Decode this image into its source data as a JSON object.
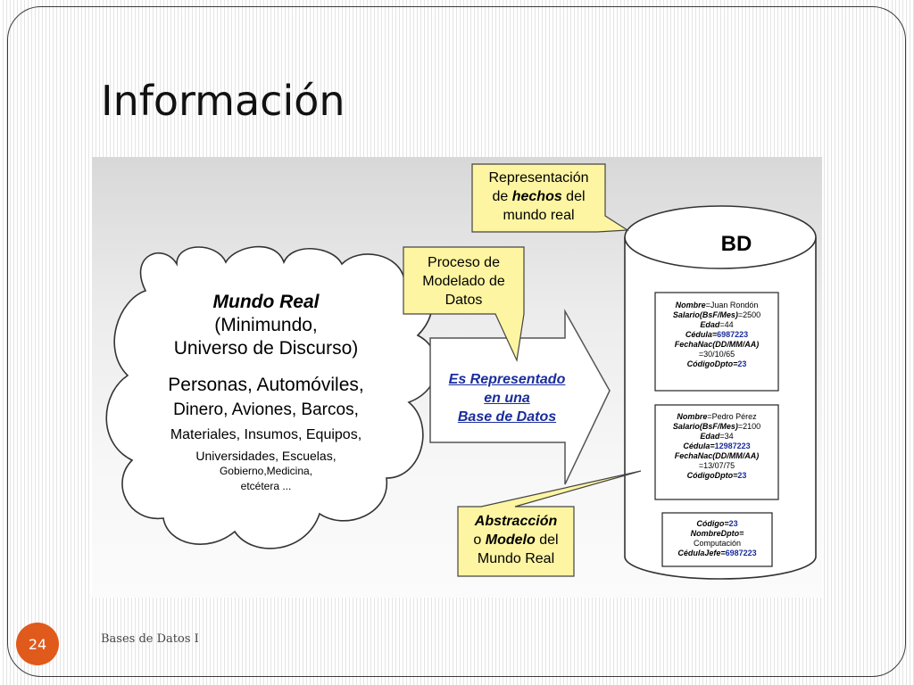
{
  "slide": {
    "title": "Información",
    "footer_text": "Bases de Datos I",
    "page_number": "24",
    "accent_color": "#e05a1c"
  },
  "diagram": {
    "cloud": {
      "title": "Mundo Real",
      "subtitle_1": "(Minimundo,",
      "subtitle_2": "Universo de Discurso)",
      "examples": [
        "Personas, Automóviles,",
        "Dinero, Aviones, Barcos,",
        "Materiales, Insumos, Equipos,",
        "Universidades, Escuelas,",
        "Gobierno,Medicina,",
        "etcétera ..."
      ]
    },
    "callout_top": {
      "line1": "Representación",
      "line2_pre": "de ",
      "line2_em": "hechos",
      "line2_post": " del",
      "line3": "mundo real"
    },
    "callout_process": {
      "line1": "Proceso de",
      "line2": "Modelado de",
      "line3": "Datos"
    },
    "callout_abstraction": {
      "line1_em": "Abstracción",
      "line2_pre": "o ",
      "line2_em": "Modelo",
      "line2_post": " del",
      "line3": "Mundo Real"
    },
    "arrow": {
      "line1": "Es Representado",
      "line2": "en una",
      "line3": "Base de Datos"
    },
    "database": {
      "title": "BD",
      "record_1": {
        "nombre_label": "Nombre",
        "nombre_value": "=Juan Rondón",
        "salario_label": "Salario(BsF/Mes)",
        "salario_value": "=2500",
        "edad_label": "Edad",
        "edad_value": "=44",
        "cedula_label": "Cédula=",
        "cedula_value": "6987223",
        "fecha_label": "FechaNac(DD/MM/AA)",
        "fecha_value": "=30/10/65",
        "codigo_label": "CódigoDpto=",
        "codigo_value": "23"
      },
      "record_2": {
        "nombre_label": "Nombre",
        "nombre_value": "=Pedro Pérez",
        "salario_label": "Salario(BsF/Mes)",
        "salario_value": "=2100",
        "edad_label": "Edad",
        "edad_value": "=34",
        "cedula_label": "Cédula=",
        "cedula_value": "12987223",
        "fecha_label": "FechaNac(DD/MM/AA)",
        "fecha_value": "=13/07/75",
        "codigo_label": "CódigoDpto=",
        "codigo_value": "23"
      },
      "record_3": {
        "codigo_label": "Código=",
        "codigo_value": "23",
        "nombre_label": "NombreDpto=",
        "nombre_value": "Computación",
        "jefe_label": "CédulaJefe=",
        "jefe_value": "6987223"
      }
    }
  }
}
